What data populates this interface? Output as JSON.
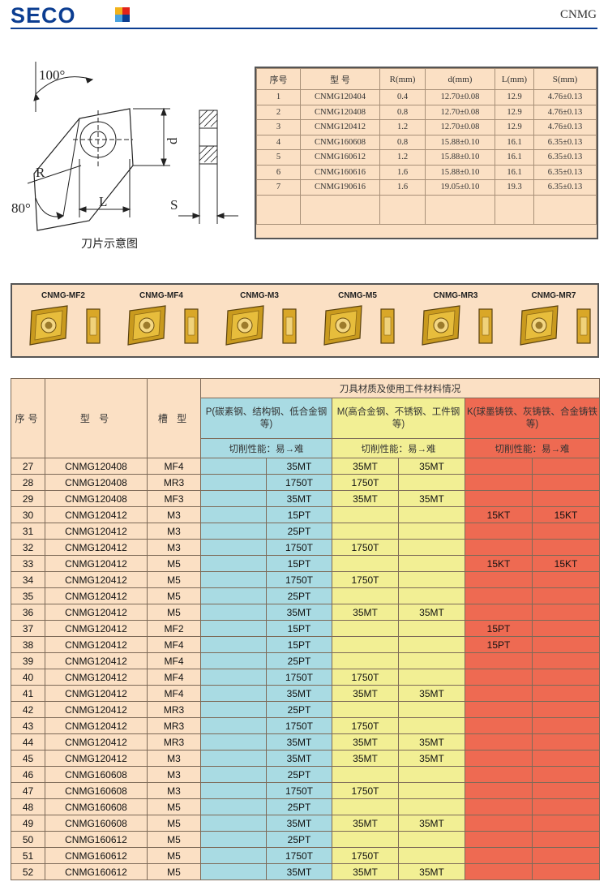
{
  "header": {
    "brand": "SECO",
    "doc_code": "CNMG",
    "brand_colors": [
      "#0b3d91",
      "#f2b21b",
      "#e2231a",
      "#4aa3df"
    ]
  },
  "drawing": {
    "angle_top": "100°",
    "angle_bottom": "80°",
    "label_r": "R",
    "label_l": "L",
    "label_d": "d",
    "label_s": "S",
    "caption": "刀片示意图"
  },
  "spec_table": {
    "headers": [
      "序号",
      "型 号",
      "R(mm)",
      "d(mm)",
      "L(mm)",
      "S(mm)"
    ],
    "rows": [
      [
        "1",
        "CNMG120404",
        "0.4",
        "12.70±0.08",
        "12.9",
        "4.76±0.13"
      ],
      [
        "2",
        "CNMG120408",
        "0.8",
        "12.70±0.08",
        "12.9",
        "4.76±0.13"
      ],
      [
        "3",
        "CNMG120412",
        "1.2",
        "12.70±0.08",
        "12.9",
        "4.76±0.13"
      ],
      [
        "4",
        "CNMG160608",
        "0.8",
        "15.88±0.10",
        "16.1",
        "6.35±0.13"
      ],
      [
        "5",
        "CNMG160612",
        "1.2",
        "15.88±0.10",
        "16.1",
        "6.35±0.13"
      ],
      [
        "6",
        "CNMG160616",
        "1.6",
        "15.88±0.10",
        "16.1",
        "6.35±0.13"
      ],
      [
        "7",
        "CNMG190616",
        "1.6",
        "19.05±0.10",
        "19.3",
        "6.35±0.13"
      ]
    ]
  },
  "inserts": [
    {
      "label": "CNMG-MF2"
    },
    {
      "label": "CNMG-MF4"
    },
    {
      "label": "CNMG-M3"
    },
    {
      "label": "CNMG-M5"
    },
    {
      "label": "CNMG-MR3"
    },
    {
      "label": "CNMG-MR7"
    }
  ],
  "material_table": {
    "title": "刀具材质及使用工件材料情况",
    "col_seq": "序号",
    "col_model": "型 号",
    "col_groove": "槽 型",
    "group_p": "P(碳素钢、结构钢、低合金钢等)",
    "group_m": "M(高合金钢、不锈钢、工件钢等)",
    "group_k": "K(球墨铸铁、灰铸铁、合金铸铁等)",
    "cut_p": "切削性能：易→难",
    "cut_m": "切削性能：易→难",
    "cut_k": "切削性能：易→难",
    "colors": {
      "p": "#a9dbe3",
      "m": "#f2ef94",
      "k": "#ee6a52",
      "base": "#fbe0c4"
    },
    "rows": [
      [
        "27",
        "CNMG120408",
        "MF4",
        "",
        "35MT",
        "35MT",
        "35MT",
        "",
        ""
      ],
      [
        "28",
        "CNMG120408",
        "MR3",
        "",
        "1750T",
        "1750T",
        "",
        "",
        ""
      ],
      [
        "29",
        "CNMG120408",
        "MF3",
        "",
        "35MT",
        "35MT",
        "35MT",
        "",
        ""
      ],
      [
        "30",
        "CNMG120412",
        "M3",
        "",
        "15PT",
        "",
        "",
        "15KT",
        "15KT"
      ],
      [
        "31",
        "CNMG120412",
        "M3",
        "",
        "25PT",
        "",
        "",
        "",
        ""
      ],
      [
        "32",
        "CNMG120412",
        "M3",
        "",
        "1750T",
        "1750T",
        "",
        "",
        ""
      ],
      [
        "33",
        "CNMG120412",
        "M5",
        "",
        "15PT",
        "",
        "",
        "15KT",
        "15KT"
      ],
      [
        "34",
        "CNMG120412",
        "M5",
        "",
        "1750T",
        "1750T",
        "",
        "",
        ""
      ],
      [
        "35",
        "CNMG120412",
        "M5",
        "",
        "25PT",
        "",
        "",
        "",
        ""
      ],
      [
        "36",
        "CNMG120412",
        "M5",
        "",
        "35MT",
        "35MT",
        "35MT",
        "",
        ""
      ],
      [
        "37",
        "CNMG120412",
        "MF2",
        "",
        "15PT",
        "",
        "",
        "15PT",
        ""
      ],
      [
        "38",
        "CNMG120412",
        "MF4",
        "",
        "15PT",
        "",
        "",
        "15PT",
        ""
      ],
      [
        "39",
        "CNMG120412",
        "MF4",
        "",
        "25PT",
        "",
        "",
        "",
        ""
      ],
      [
        "40",
        "CNMG120412",
        "MF4",
        "",
        "1750T",
        "1750T",
        "",
        "",
        ""
      ],
      [
        "41",
        "CNMG120412",
        "MF4",
        "",
        "35MT",
        "35MT",
        "35MT",
        "",
        ""
      ],
      [
        "42",
        "CNMG120412",
        "MR3",
        "",
        "25PT",
        "",
        "",
        "",
        ""
      ],
      [
        "43",
        "CNMG120412",
        "MR3",
        "",
        "1750T",
        "1750T",
        "",
        "",
        ""
      ],
      [
        "44",
        "CNMG120412",
        "MR3",
        "",
        "35MT",
        "35MT",
        "35MT",
        "",
        ""
      ],
      [
        "45",
        "CNMG120412",
        "M3",
        "",
        "35MT",
        "35MT",
        "35MT",
        "",
        ""
      ],
      [
        "46",
        "CNMG160608",
        "M3",
        "",
        "25PT",
        "",
        "",
        "",
        ""
      ],
      [
        "47",
        "CNMG160608",
        "M3",
        "",
        "1750T",
        "1750T",
        "",
        "",
        ""
      ],
      [
        "48",
        "CNMG160608",
        "M5",
        "",
        "25PT",
        "",
        "",
        "",
        ""
      ],
      [
        "49",
        "CNMG160608",
        "M5",
        "",
        "35MT",
        "35MT",
        "35MT",
        "",
        ""
      ],
      [
        "50",
        "CNMG160612",
        "M5",
        "",
        "25PT",
        "",
        "",
        "",
        ""
      ],
      [
        "51",
        "CNMG160612",
        "M5",
        "",
        "1750T",
        "1750T",
        "",
        "",
        ""
      ],
      [
        "52",
        "CNMG160612",
        "M5",
        "",
        "35MT",
        "35MT",
        "35MT",
        "",
        ""
      ]
    ]
  }
}
